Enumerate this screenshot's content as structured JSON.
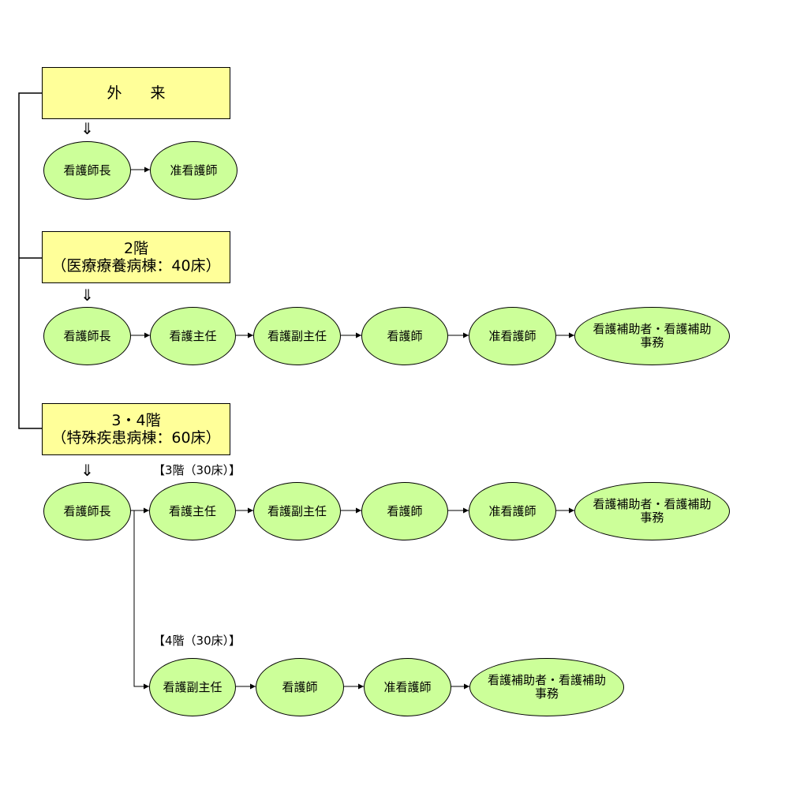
{
  "sections": {
    "outpatient": {
      "title": "外来",
      "chars": [
        "外",
        "来"
      ]
    },
    "floor2": {
      "title": "2階",
      "subtitle": "（医療療養病棟：40床）"
    },
    "floor34": {
      "title": "3・4階",
      "subtitle": "（特殊疾患病棟：60床）"
    }
  },
  "notes": {
    "floor3": "【3階（30床）】",
    "floor4": "【4階（30床）】"
  },
  "arrow_glyph": "⇓",
  "nodes": {
    "out_head_nurse": "看護師長",
    "out_assoc_nurse": "准看護師",
    "f2_head_nurse": "看護師長",
    "f2_chief": "看護主任",
    "f2_deputy_chief": "看護副主任",
    "f2_nurse": "看護師",
    "f2_assoc_nurse": "准看護師",
    "f2_aide": "看護補助者・看護補助\n事務",
    "f34_head_nurse": "看護師長",
    "f3_chief": "看護主任",
    "f3_deputy_chief": "看護副主任",
    "f3_nurse": "看護師",
    "f3_assoc_nurse": "准看護師",
    "f3_aide": "看護補助者・看護補助\n事務",
    "f4_deputy_chief": "看護副主任",
    "f4_nurse": "看護師",
    "f4_assoc_nurse": "准看護師",
    "f4_aide": "看護補助者・看護補助\n事務"
  }
}
